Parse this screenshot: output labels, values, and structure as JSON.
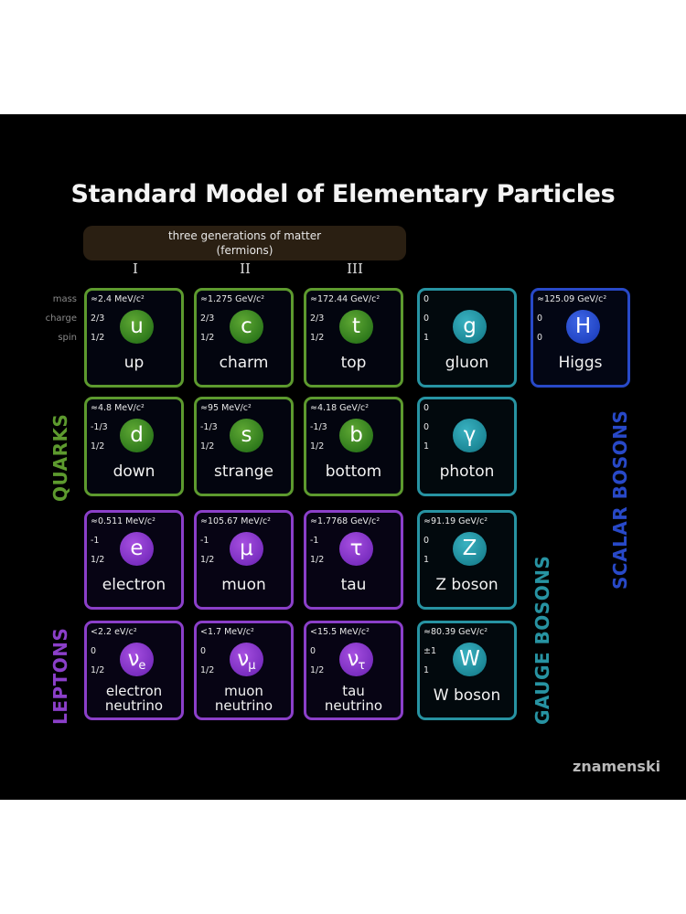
{
  "title": "Standard Model of Elementary Particles",
  "generations": {
    "line1": "three generations of matter",
    "line2": "(fermions)",
    "roman": [
      "I",
      "II",
      "III"
    ]
  },
  "legend": {
    "mass": "mass",
    "charge": "charge",
    "spin": "spin"
  },
  "groups": {
    "quarks": "QUARKS",
    "leptons": "LEPTONS",
    "gauge_bosons": "GAUGE BOSONS",
    "scalar_bosons": "SCALAR BOSONS"
  },
  "colors": {
    "quark": "#5d9a2e",
    "lepton": "#8b3fc9",
    "gauge": "#2793a2",
    "scalar": "#2849c8"
  },
  "particles": [
    {
      "id": "up",
      "group": "quark",
      "mass": "≈2.4 MeV/c²",
      "charge": "2/3",
      "spin": "1/2",
      "symbol": "u",
      "sub": "",
      "name": "up",
      "name2": ""
    },
    {
      "id": "charm",
      "group": "quark",
      "mass": "≈1.275 GeV/c²",
      "charge": "2/3",
      "spin": "1/2",
      "symbol": "c",
      "sub": "",
      "name": "charm",
      "name2": ""
    },
    {
      "id": "top",
      "group": "quark",
      "mass": "≈172.44 GeV/c²",
      "charge": "2/3",
      "spin": "1/2",
      "symbol": "t",
      "sub": "",
      "name": "top",
      "name2": ""
    },
    {
      "id": "gluon",
      "group": "gauge",
      "mass": "0",
      "charge": "0",
      "spin": "1",
      "symbol": "g",
      "sub": "",
      "name": "gluon",
      "name2": ""
    },
    {
      "id": "higgs",
      "group": "scalar",
      "mass": "≈125.09 GeV/c²",
      "charge": "0",
      "spin": "0",
      "symbol": "H",
      "sub": "",
      "name": "Higgs",
      "name2": ""
    },
    {
      "id": "down",
      "group": "quark",
      "mass": "≈4.8 MeV/c²",
      "charge": "-1/3",
      "spin": "1/2",
      "symbol": "d",
      "sub": "",
      "name": "down",
      "name2": ""
    },
    {
      "id": "strange",
      "group": "quark",
      "mass": "≈95 MeV/c²",
      "charge": "-1/3",
      "spin": "1/2",
      "symbol": "s",
      "sub": "",
      "name": "strange",
      "name2": ""
    },
    {
      "id": "bottom",
      "group": "quark",
      "mass": "≈4.18 GeV/c²",
      "charge": "-1/3",
      "spin": "1/2",
      "symbol": "b",
      "sub": "",
      "name": "bottom",
      "name2": ""
    },
    {
      "id": "photon",
      "group": "gauge",
      "mass": "0",
      "charge": "0",
      "spin": "1",
      "symbol": "γ",
      "sub": "",
      "name": "photon",
      "name2": ""
    },
    {
      "id": "electron",
      "group": "lepton",
      "mass": "≈0.511 MeV/c²",
      "charge": "-1",
      "spin": "1/2",
      "symbol": "e",
      "sub": "",
      "name": "electron",
      "name2": ""
    },
    {
      "id": "muon",
      "group": "lepton",
      "mass": "≈105.67 MeV/c²",
      "charge": "-1",
      "spin": "1/2",
      "symbol": "μ",
      "sub": "",
      "name": "muon",
      "name2": ""
    },
    {
      "id": "tau",
      "group": "lepton",
      "mass": "≈1.7768 GeV/c²",
      "charge": "-1",
      "spin": "1/2",
      "symbol": "τ",
      "sub": "",
      "name": "tau",
      "name2": ""
    },
    {
      "id": "zboson",
      "group": "gauge",
      "mass": "≈91.19 GeV/c²",
      "charge": "0",
      "spin": "1",
      "symbol": "Z",
      "sub": "",
      "name": "Z boson",
      "name2": ""
    },
    {
      "id": "electron-neutrino",
      "group": "lepton",
      "mass": "<2.2 eV/c²",
      "charge": "0",
      "spin": "1/2",
      "symbol": "ν",
      "sub": "e",
      "name": "electron",
      "name2": "neutrino"
    },
    {
      "id": "muon-neutrino",
      "group": "lepton",
      "mass": "<1.7 MeV/c²",
      "charge": "0",
      "spin": "1/2",
      "symbol": "ν",
      "sub": "μ",
      "name": "muon",
      "name2": "neutrino"
    },
    {
      "id": "tau-neutrino",
      "group": "lepton",
      "mass": "<15.5 MeV/c²",
      "charge": "0",
      "spin": "1/2",
      "symbol": "ν",
      "sub": "τ",
      "name": "tau",
      "name2": "neutrino"
    },
    {
      "id": "wboson",
      "group": "gauge",
      "mass": "≈80.39 GeV/c²",
      "charge": "±1",
      "spin": "1",
      "symbol": "W",
      "sub": "",
      "name": "W boson",
      "name2": ""
    }
  ],
  "watermark": "znamenski"
}
